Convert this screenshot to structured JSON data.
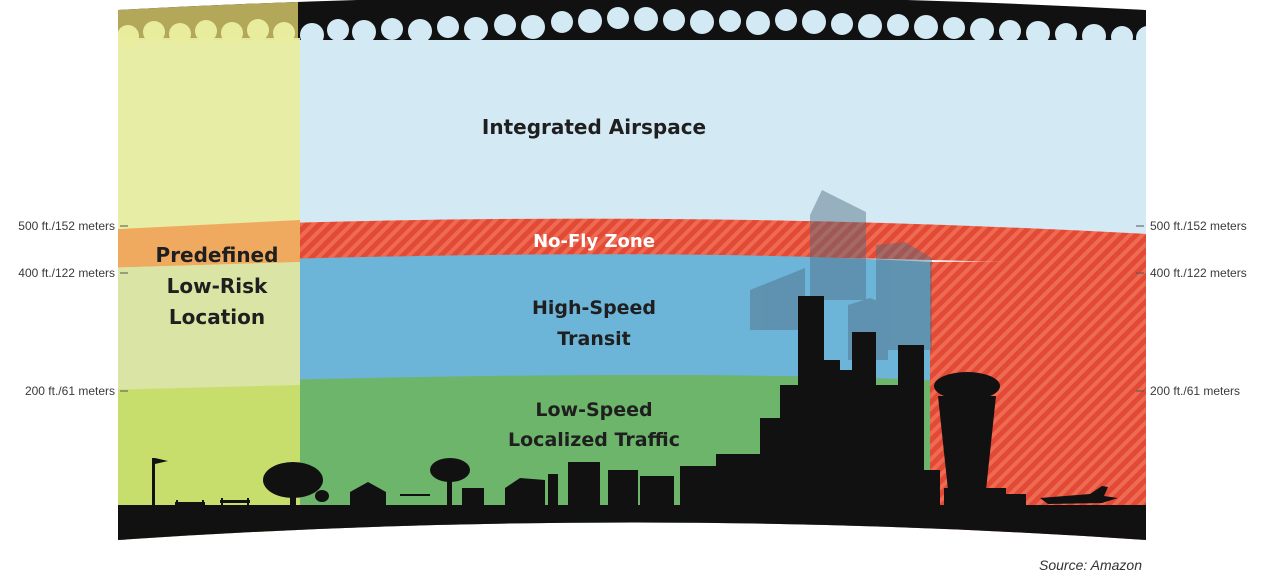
{
  "zones": {
    "integrated": "Integrated Airspace",
    "no_fly": "No-Fly Zone",
    "high_speed_line1": "High-Speed",
    "high_speed_line2": "Transit",
    "low_speed_line1": "Low-Speed",
    "low_speed_line2": "Localized Traffic",
    "predefined_line1": "Predefined",
    "predefined_line2": "Low-Risk",
    "predefined_line3": "Location"
  },
  "altitudes": {
    "a500": "500 ft./152 meters",
    "a400": "400 ft./122 meters",
    "a200": "200 ft./61 meters"
  },
  "source": "Source: Amazon",
  "colors": {
    "integrated": "#d4ebf5",
    "no_fly": "#e8503a",
    "high_speed": "#6cb4d8",
    "low_speed": "#6db56a",
    "predefined": "#e7ec9c",
    "predefined_top": "#b2a85a",
    "silhouette": "#111111"
  }
}
